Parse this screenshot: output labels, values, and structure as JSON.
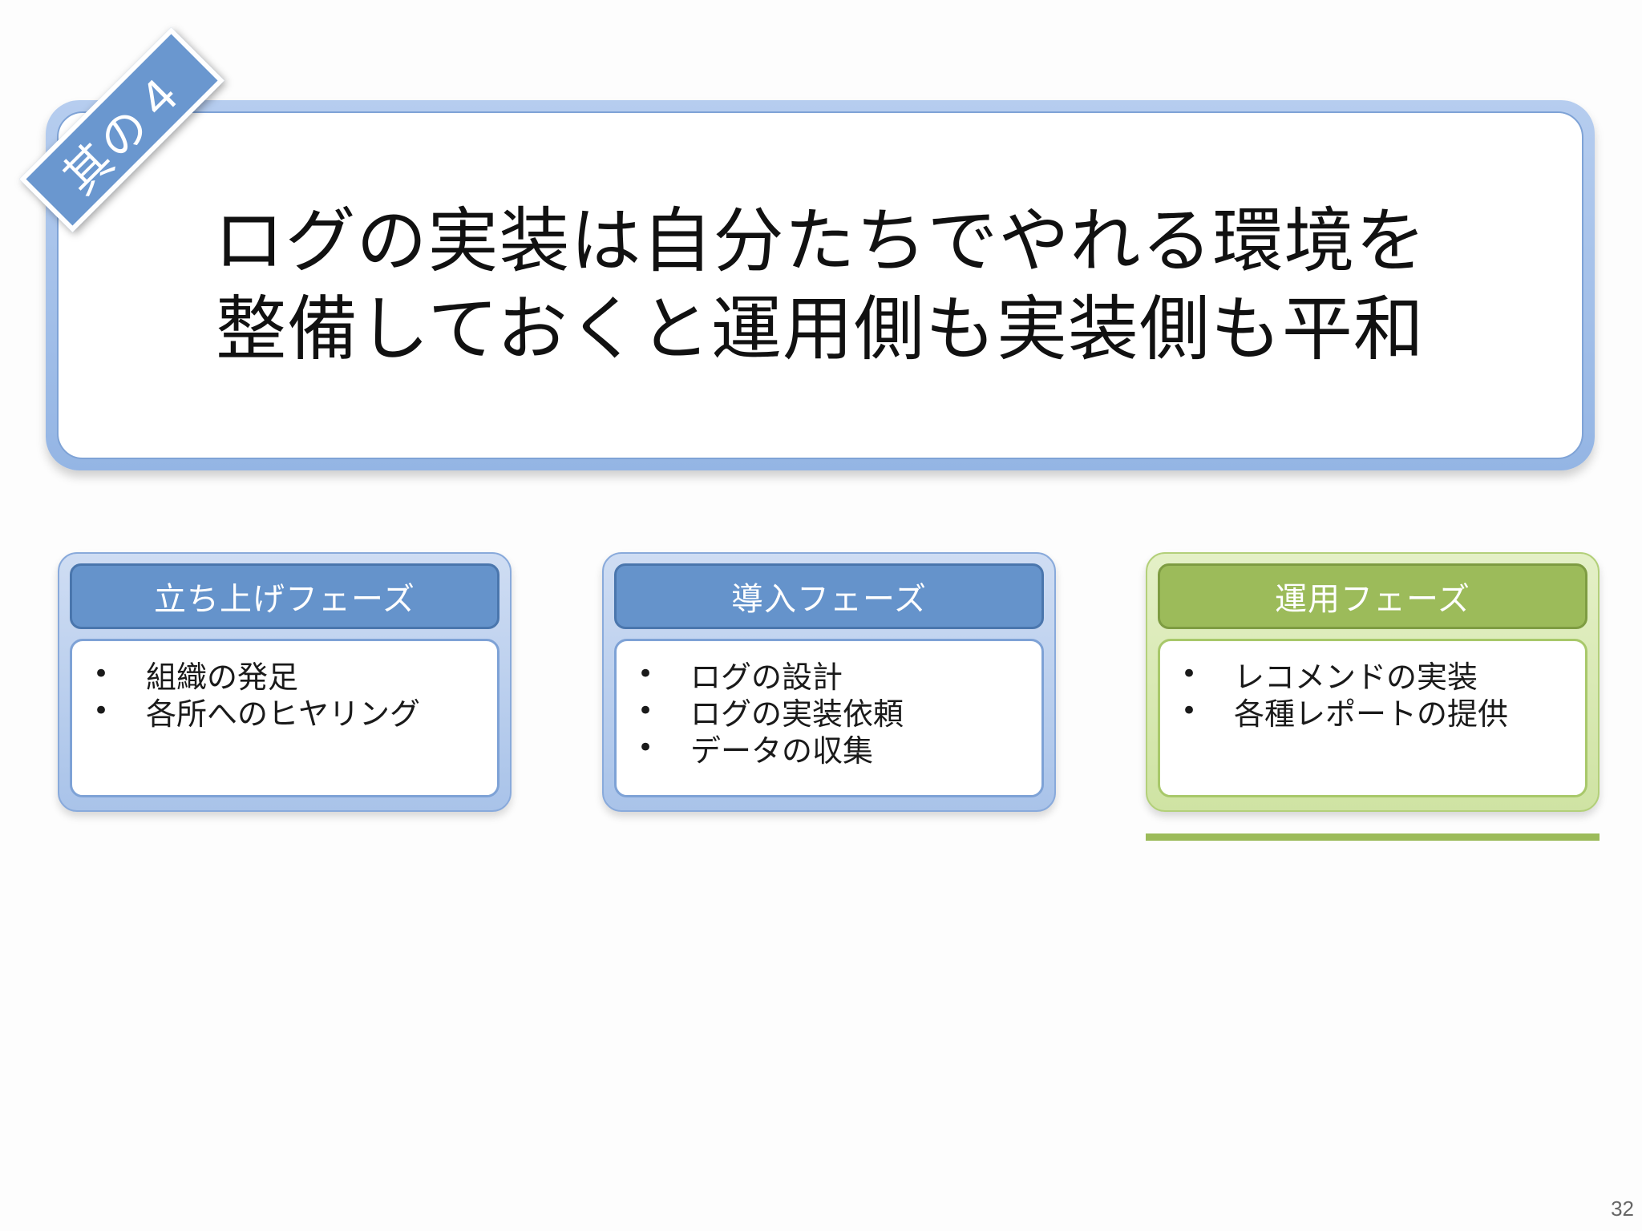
{
  "tag": "其の４",
  "headline": {
    "lines": [
      "ログの実装は自分たちでやれる環境を",
      "整備しておくと運用側も実装側も平和"
    ]
  },
  "phases": [
    {
      "title": "立ち上げフェーズ",
      "color": "#6593cb",
      "items": [
        "組織の発足",
        "各所へのヒヤリング"
      ]
    },
    {
      "title": "導入フェーズ",
      "color": "#6593cb",
      "items": [
        "ログの設計",
        "ログの実装依頼",
        "データの収集"
      ]
    },
    {
      "title": "運用フェーズ",
      "color": "#9cbb5a",
      "items": [
        "レコメンドの実装",
        "各種レポートの提供"
      ]
    }
  ],
  "bullet": "•",
  "page_number": "32"
}
